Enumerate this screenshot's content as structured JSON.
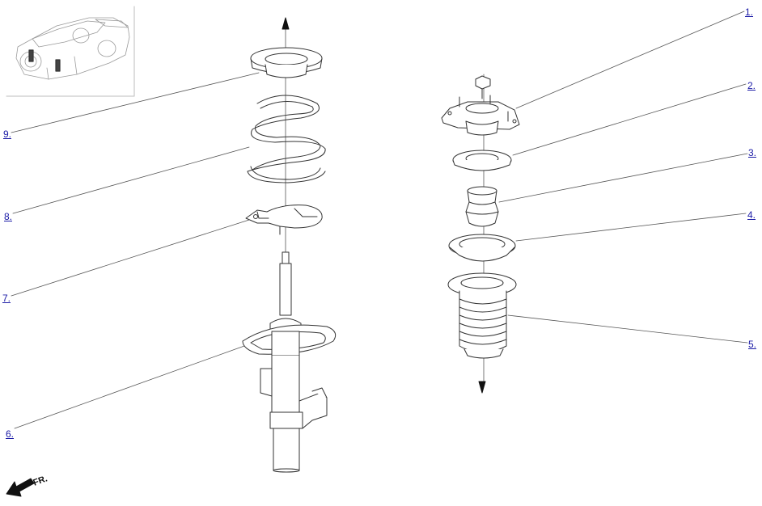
{
  "diagram": {
    "colors": {
      "line": "#333333",
      "fill": "#ffffff",
      "link": "#1a1aa6",
      "thumbnail_border": "#bdbdbd"
    },
    "callouts": [
      {
        "id": "c1",
        "label": "1."
      },
      {
        "id": "c2",
        "label": "2."
      },
      {
        "id": "c3",
        "label": "3."
      },
      {
        "id": "c4",
        "label": "4."
      },
      {
        "id": "c5",
        "label": "5."
      },
      {
        "id": "c6",
        "label": "6."
      },
      {
        "id": "c7",
        "label": "7."
      },
      {
        "id": "c8",
        "label": "8."
      },
      {
        "id": "c9",
        "label": "9."
      }
    ],
    "front_indicator": {
      "label": "FR.",
      "icon": "front-arrow-icon"
    }
  }
}
